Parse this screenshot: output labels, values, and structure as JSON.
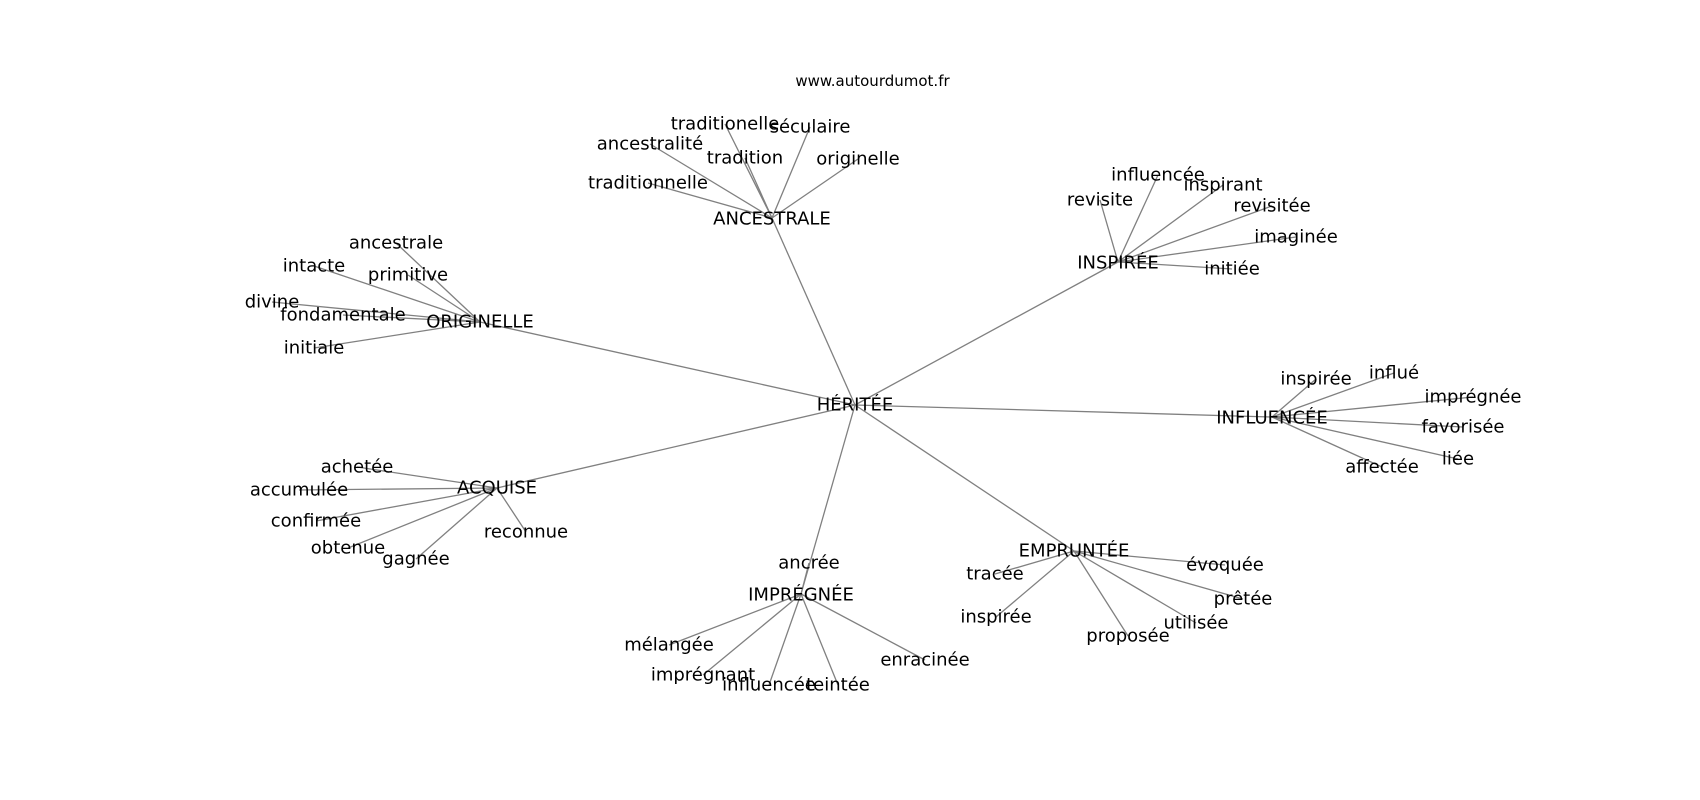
{
  "watermark": "www.autourdumot.fr",
  "graph": {
    "root": "HÉRITÉE",
    "hubs": [
      {
        "label": "ANCESTRALE",
        "leaves": [
          "traditionelle",
          "séculaire",
          "ancestralité",
          "tradition",
          "originelle",
          "traditionnelle"
        ]
      },
      {
        "label": "INSPIRÉE",
        "leaves": [
          "influencée",
          "inspirant",
          "revisite",
          "revisitée",
          "imaginée",
          "initiée"
        ]
      },
      {
        "label": "ORIGINELLE",
        "leaves": [
          "ancestrale",
          "intacte",
          "primitive",
          "divine",
          "fondamentale",
          "initiale"
        ]
      },
      {
        "label": "INFLUENCÉE",
        "leaves": [
          "influé",
          "inspirée",
          "imprégnée",
          "favorisée",
          "liée",
          "affectée"
        ]
      },
      {
        "label": "ACQUISE",
        "leaves": [
          "achetée",
          "accumulée",
          "confirmée",
          "obtenue",
          "gagnée",
          "reconnue"
        ]
      },
      {
        "label": "EMPRUNTÉE",
        "leaves": [
          "tracée",
          "évoquée",
          "prêtée",
          "inspirée",
          "utilisée",
          "proposée"
        ]
      },
      {
        "label": "IMPRÉGNÉE",
        "leaves": [
          "ancrée",
          "mélangée",
          "enracinée",
          "imprégnant",
          "influencée",
          "teintée"
        ]
      }
    ]
  }
}
